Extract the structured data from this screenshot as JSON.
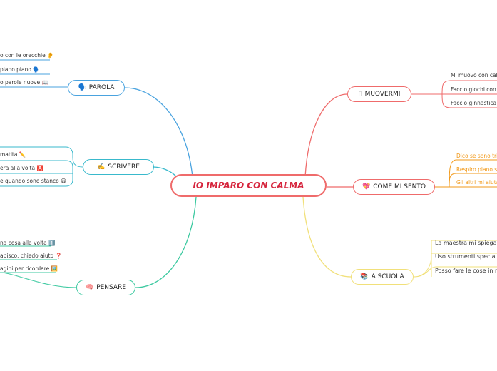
{
  "central": {
    "title": "IO IMPARO CON CALMA"
  },
  "branches": {
    "parola": {
      "icon": "🗣️",
      "label": "PAROLA",
      "color": "#4aa3df",
      "items": [
        "o con le orecchie 👂",
        "piano piano 🗣️",
        "o parole nuove 📖"
      ]
    },
    "scrivere": {
      "icon": "✍️",
      "label": "SCRIVERE",
      "color": "#39b9cc",
      "items": [
        "matita ✏️",
        "era alla volta 🅰️",
        "e quando sono stanco 😦"
      ]
    },
    "pensare": {
      "icon": "🧠",
      "label": "PENSARE",
      "color": "#3cc9a0",
      "items": [
        "na cosa alla volta 1️⃣",
        "apisco, chiedo aiuto ❓",
        "agini per ricordare 🖼️"
      ]
    },
    "muovermi": {
      "icon": "▯",
      "label": "MUOVERMI",
      "color": "#ef6b6b",
      "items": [
        "Mi muovo con calm",
        "Faccio giochi con le",
        "Faccio ginnastica p"
      ]
    },
    "come_mi_sento": {
      "icon": "💖",
      "label": "COME MI SENTO",
      "color": "#ef6b6b",
      "items": [
        "Dico se sono trist",
        "Respiro piano se",
        "Gli altri mi aiutan"
      ]
    },
    "a_scuola": {
      "icon": "📚",
      "label": "A SCUOLA",
      "color": "#f1e07a",
      "items": [
        "La maestra mi spiega b",
        "Uso strumenti speciali",
        "Posso fare le cose in m"
      ]
    }
  }
}
